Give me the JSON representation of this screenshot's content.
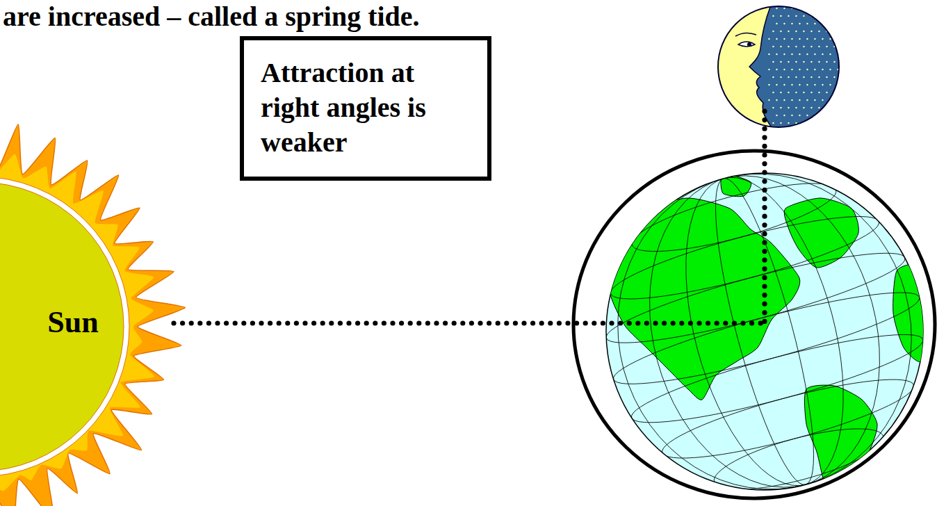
{
  "diagram": {
    "nodes": [
      {
        "text": [
          "Sun"
        ]
      },
      {
        "text": [
          "Attraction at right angles is weaker"
        ]
      }
    ],
    "labels": [
      "are increased – called a spring tide."
    ]
  }
}
